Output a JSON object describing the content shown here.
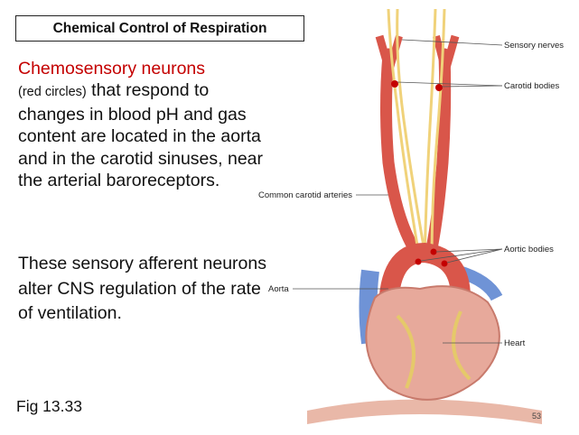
{
  "title": "Chemical Control of Respiration",
  "para1": {
    "heading": "Chemosensory neurons",
    "small_note": "(red circles)",
    "text_after_note": " that respond to changes in blood pH and gas content are located in the aorta and in the carotid sinuses, near the arterial baroreceptors."
  },
  "para2": "These sensory afferent neurons alter CNS regulation of the rate of ventilation.",
  "figure_ref": "Fig 13.33",
  "figure_labels": {
    "sensory_nerves": "Sensory nerves",
    "carotid_bodies": "Carotid bodies",
    "common_carotid": "Common carotid arteries",
    "aortic_bodies": "Aortic bodies",
    "aorta": "Aorta",
    "heart": "Heart"
  },
  "page_number": "53",
  "colors": {
    "heading_red": "#c40000",
    "artery": "#d9564a",
    "vein": "#6f93d6",
    "nerve": "#f0d27a"
  }
}
